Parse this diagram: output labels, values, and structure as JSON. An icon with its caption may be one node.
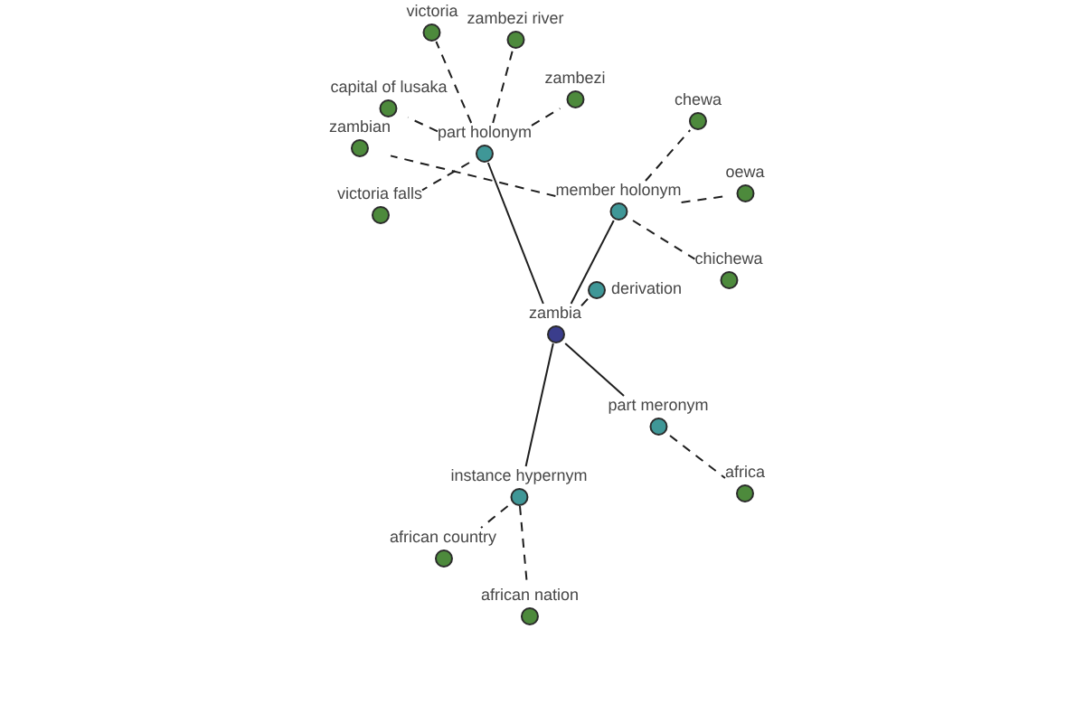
{
  "diagram": {
    "nodes": [
      {
        "text": [
          "victoria"
        ]
      },
      {
        "text": [
          "zambezi river"
        ]
      },
      {
        "text": [
          "zambezi"
        ]
      },
      {
        "text": [
          "capital of lusaka"
        ]
      },
      {
        "text": [
          "chewa"
        ]
      },
      {
        "text": [
          "zambian"
        ]
      },
      {
        "text": [
          "part holonym"
        ]
      },
      {
        "text": [
          "oewa"
        ]
      },
      {
        "text": [
          "member holonym"
        ]
      },
      {
        "text": [
          "victoria falls"
        ]
      },
      {
        "text": [
          "chichewa"
        ]
      },
      {
        "text": [
          "derivation"
        ]
      },
      {
        "text": [
          "zambia"
        ]
      },
      {
        "text": [
          "part meronym"
        ]
      },
      {
        "text": [
          "africa"
        ]
      },
      {
        "text": [
          "instance hypernym"
        ]
      },
      {
        "text": [
          "african country"
        ]
      },
      {
        "text": [
          "african nation"
        ]
      }
    ],
    "edges": [
      {
        "from": 12,
        "to": 6,
        "arrow": "none"
      },
      {
        "from": 12,
        "to": 8,
        "arrow": "none"
      },
      {
        "from": 12,
        "to": 11,
        "arrow": "none"
      },
      {
        "from": 12,
        "to": 13,
        "arrow": "none"
      },
      {
        "from": 12,
        "to": 15,
        "arrow": "none"
      },
      {
        "from": 6,
        "to": 0,
        "arrow": "none",
        "style": "dashed"
      },
      {
        "from": 6,
        "to": 1,
        "arrow": "none",
        "style": "dashed"
      },
      {
        "from": 6,
        "to": 2,
        "arrow": "none",
        "style": "dashed"
      },
      {
        "from": 6,
        "to": 3,
        "arrow": "none",
        "style": "dashed"
      },
      {
        "from": 6,
        "to": 9,
        "arrow": "none",
        "style": "dashed"
      },
      {
        "from": 8,
        "to": 4,
        "arrow": "none",
        "style": "dashed"
      },
      {
        "from": 8,
        "to": 7,
        "arrow": "none",
        "style": "dashed"
      },
      {
        "from": 8,
        "to": 10,
        "arrow": "none",
        "style": "dashed"
      },
      {
        "from": 8,
        "to": 5,
        "arrow": "none",
        "style": "dashed"
      },
      {
        "from": 13,
        "to": 14,
        "arrow": "none",
        "style": "dashed"
      },
      {
        "from": 15,
        "to": 16,
        "arrow": "none",
        "style": "dashed"
      },
      {
        "from": 15,
        "to": 17,
        "arrow": "none",
        "style": "dashed"
      }
    ]
  }
}
